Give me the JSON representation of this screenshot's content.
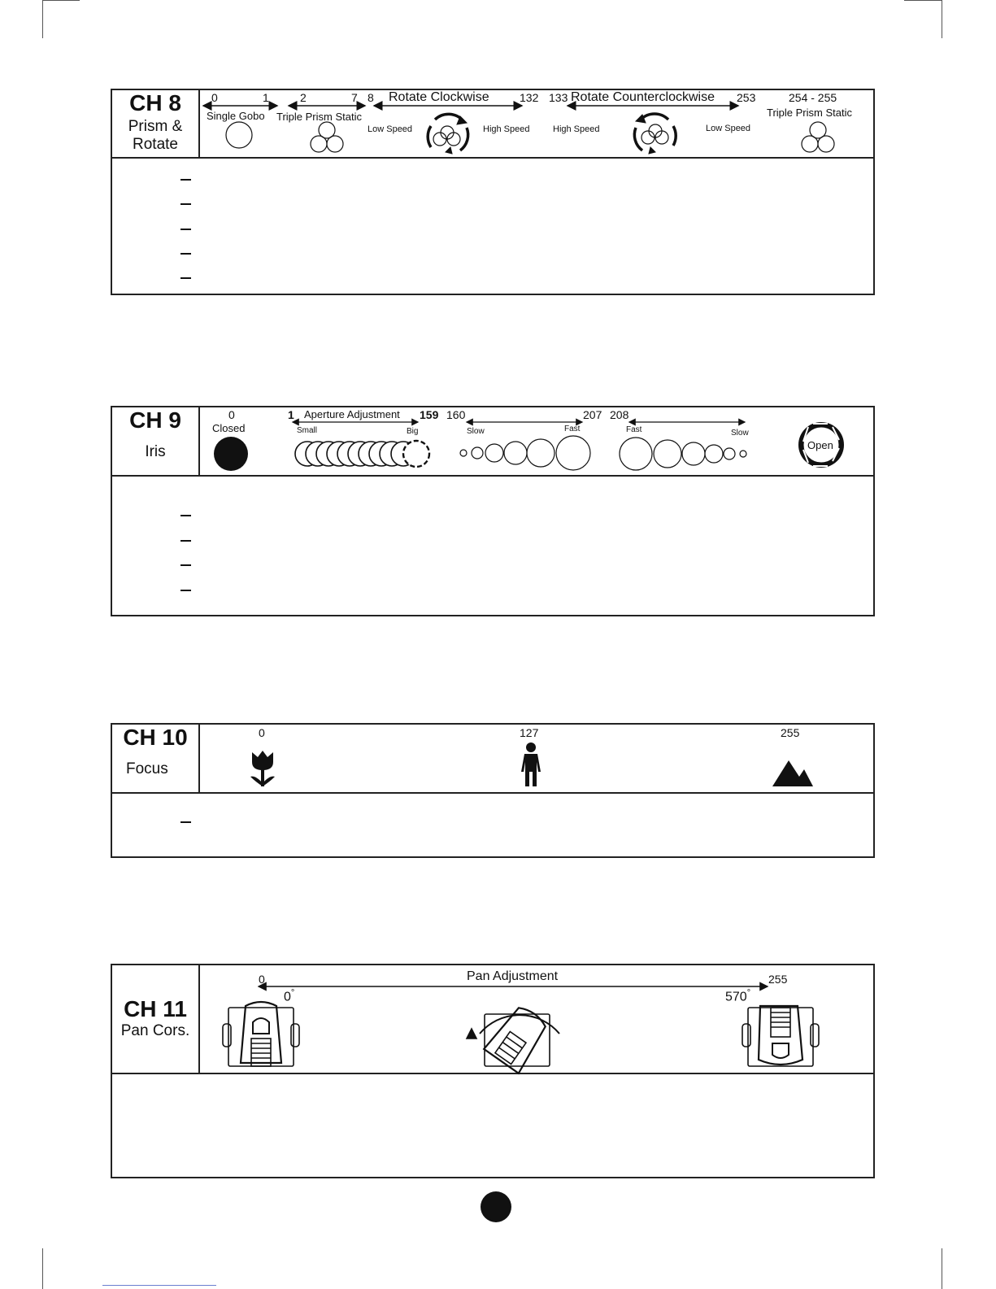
{
  "colors": {
    "line": "#222222",
    "ink": "#111111",
    "page": "#ffffff"
  },
  "ch8": {
    "channel": "CH 8",
    "function_line1": "Prism &",
    "function_line2": "Rotate",
    "v0": "0",
    "v1": "1",
    "v2": "2",
    "v7": "7",
    "v8": "8",
    "v132": "132",
    "v133": "133",
    "v253": "253",
    "v254_255": "254  -  255",
    "single_gobo": "Single Gobo",
    "triple_static_1": "Triple Prism Static",
    "rotate_cw": "Rotate Clockwise",
    "rotate_ccw": "Rotate Counterclockwise",
    "low_speed_1": "Low Speed",
    "high_speed_1": "High Speed",
    "high_speed_2": "High Speed",
    "low_speed_2": "Low Speed",
    "triple_static_2": "Triple Prism Static"
  },
  "ch9": {
    "channel": "CH 9",
    "function": "Iris",
    "v0": "0",
    "closed": "Closed",
    "v1": "1",
    "aperture": "Aperture Adjustment",
    "v159": "159",
    "v160": "160",
    "v207": "207",
    "v208": "208",
    "small": "Small",
    "big": "Big",
    "slow_1": "Slow",
    "fast_1": "Fast",
    "fast_2": "Fast",
    "slow_2": "Slow",
    "open": "Open"
  },
  "ch10": {
    "channel": "CH 10",
    "function": "Focus",
    "v0": "0",
    "v127": "127",
    "v255": "255",
    "icons": [
      "flower-icon",
      "person-icon",
      "mountain-icon"
    ]
  },
  "ch11": {
    "channel": "CH 11",
    "function": "Pan Cors.",
    "v0": "0",
    "v255": "255",
    "pan_adjustment": "Pan  Adjustment",
    "deg_start": "0",
    "deg_end": "570",
    "deg_symbol": "°"
  }
}
